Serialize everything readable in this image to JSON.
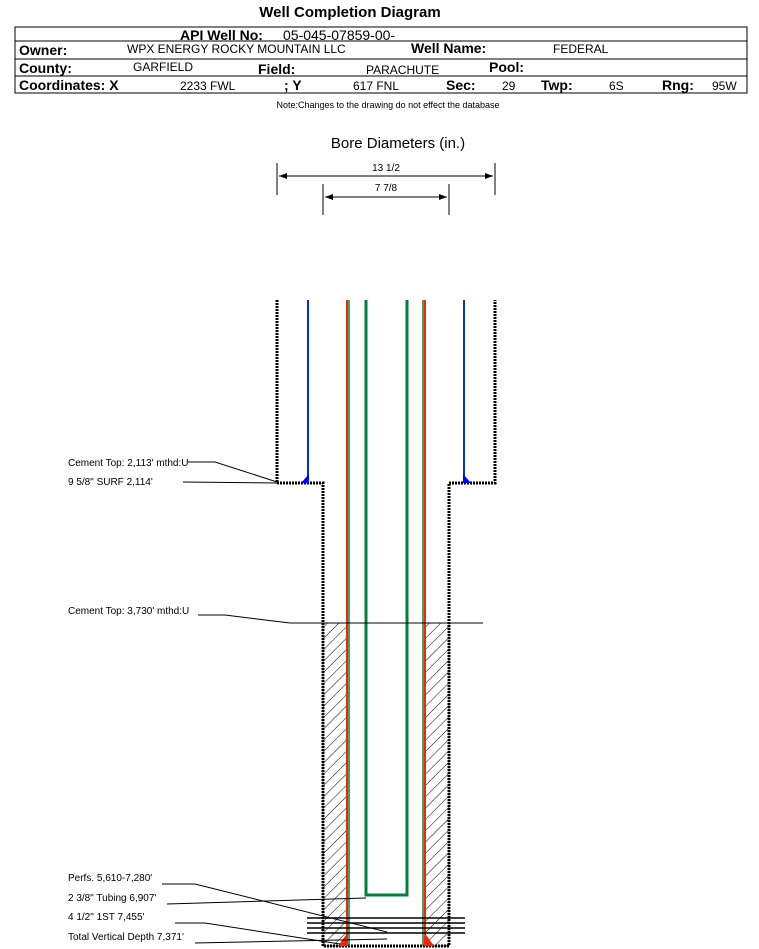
{
  "title": "Well Completion Diagram",
  "header": {
    "api_label": "API Well No:",
    "api_value": "05-045-07859-00-",
    "owner_label": "Owner:",
    "owner_value": "WPX ENERGY ROCKY MOUNTAIN LLC",
    "well_name_label": "Well Name:",
    "well_name_value": "FEDERAL",
    "county_label": "County:",
    "county_value": "GARFIELD",
    "field_label": "Field:",
    "field_value": "PARACHUTE",
    "pool_label": "Pool:",
    "coord_x_label": "Coordinates: X",
    "coord_x_value": "2233 FWL",
    "coord_y_label": "; Y",
    "coord_y_value": "617 FNL",
    "sec_label": "Sec:",
    "sec_value": "29",
    "twp_label": "Twp:",
    "twp_value": "6S",
    "rng_label": "Rng:",
    "rng_value": "95W"
  },
  "note": "Note:Changes to the drawing do not effect the database",
  "bore": {
    "title": "Bore Diameters (in.)",
    "diameters": [
      "13 1/2",
      "7 7/8"
    ]
  },
  "labels": {
    "cement_top_1": "Cement Top: 2,113' mthd:U",
    "surf_casing": "9 5/8\" SURF     2,114'",
    "cement_top_2": "Cement Top: 3,730' mthd:U",
    "perfs": "Perfs. 5,610-7,280'",
    "tubing": "2 3/8\" Tubing 6,907'",
    "prod_casing": "4 1/2\" 1ST        7,455'",
    "tvd": "Total Vertical Depth 7,371'"
  },
  "colors": {
    "surface_casing": "#0033cc",
    "production_casing": "#ff2200",
    "tubing": "#008040"
  }
}
